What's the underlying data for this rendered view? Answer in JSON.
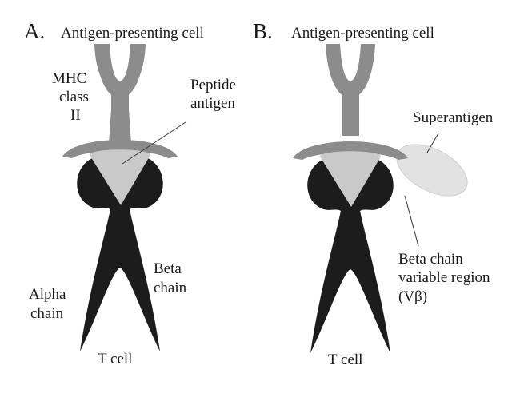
{
  "panels": [
    {
      "letter": "A.",
      "title": "Antigen-presenting cell",
      "mhc_label": [
        "MHC",
        "class",
        "II"
      ],
      "peptide_label": [
        "Peptide",
        "antigen"
      ],
      "beta_label": [
        "Beta",
        "chain"
      ],
      "alpha_label": [
        "Alpha",
        "chain"
      ],
      "bottom_label": "T cell"
    },
    {
      "letter": "B.",
      "title": "Antigen-presenting cell",
      "superantigen_label": "Superantigen",
      "vbeta_label": [
        "Beta chain",
        "variable region",
        "(Vβ)"
      ],
      "bottom_label": "T cell"
    }
  ],
  "colors": {
    "mhc_gray": "#8c8c8c",
    "peptide_light": "#c9c9c9",
    "tcell_dark": "#1c1c1c",
    "superantigen_fill": "#e2e2e2"
  }
}
